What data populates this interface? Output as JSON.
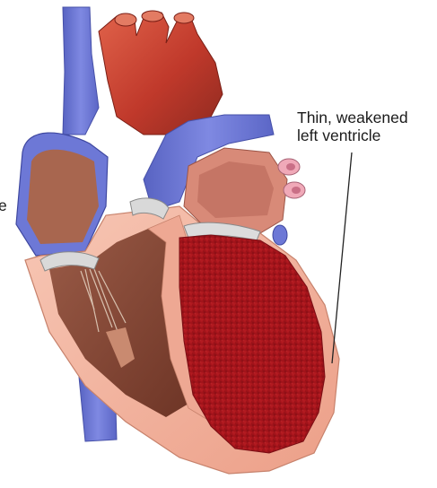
{
  "labels": {
    "left_ventricle_line1": "Thin, weakened",
    "left_ventricle_line2": "left ventricle",
    "left_partial": "e"
  },
  "colors": {
    "background": "#ffffff",
    "vein_blue": "#6d78d6",
    "artery_red": "#c0392b",
    "muscle_pink": "#f2b7a2",
    "chamber_dark_red": "#a5141b",
    "atrium_interior": "#a8664f",
    "valve_gray": "#d9d9d9",
    "leader_line": "#222222"
  }
}
